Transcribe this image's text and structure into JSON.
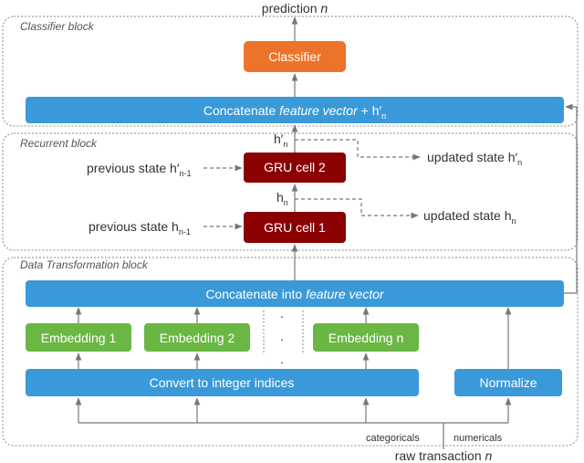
{
  "colors": {
    "blue": "#3a9ad9",
    "green": "#6ab744",
    "orange": "#ec7329",
    "darkred": "#8b0000",
    "arrow": "#777777"
  },
  "top_output": {
    "prefix": "prediction ",
    "var": "n"
  },
  "blocks": {
    "classifier": "Classifier block",
    "recurrent": "Recurrent block",
    "transform": "Data Transformation block"
  },
  "classifier_box": "Classifier",
  "concat_top": {
    "prefix": "Concatenate ",
    "italic": "feature vector",
    "suffix": " + h′",
    "sub": "n"
  },
  "gru2": "GRU cell 2",
  "gru1": "GRU cell 1",
  "h_prime_n": {
    "main": "h′",
    "sub": "n"
  },
  "h_n": {
    "main": "h",
    "sub": "n"
  },
  "prev_state_top": {
    "main": "previous state h′",
    "sub": "n-1"
  },
  "prev_state_bottom": {
    "main": "previous state h",
    "sub": "n-1"
  },
  "updated_state_top": {
    "main": "updated state h′",
    "sub": "n"
  },
  "updated_state_bottom": {
    "main": "updated state h",
    "sub": "n"
  },
  "concat_bottom": {
    "prefix": "Concatenate into ",
    "italic": "feature vector"
  },
  "embeddings": [
    "Embedding 1",
    "Embedding 2",
    "Embedding n"
  ],
  "ellipsis": ".",
  "convert": "Convert to integer indices",
  "normalize": "Normalize",
  "categoricals": "categoricals",
  "numericals": "numericals",
  "raw_input": {
    "prefix": "raw transaction ",
    "var": "n"
  }
}
